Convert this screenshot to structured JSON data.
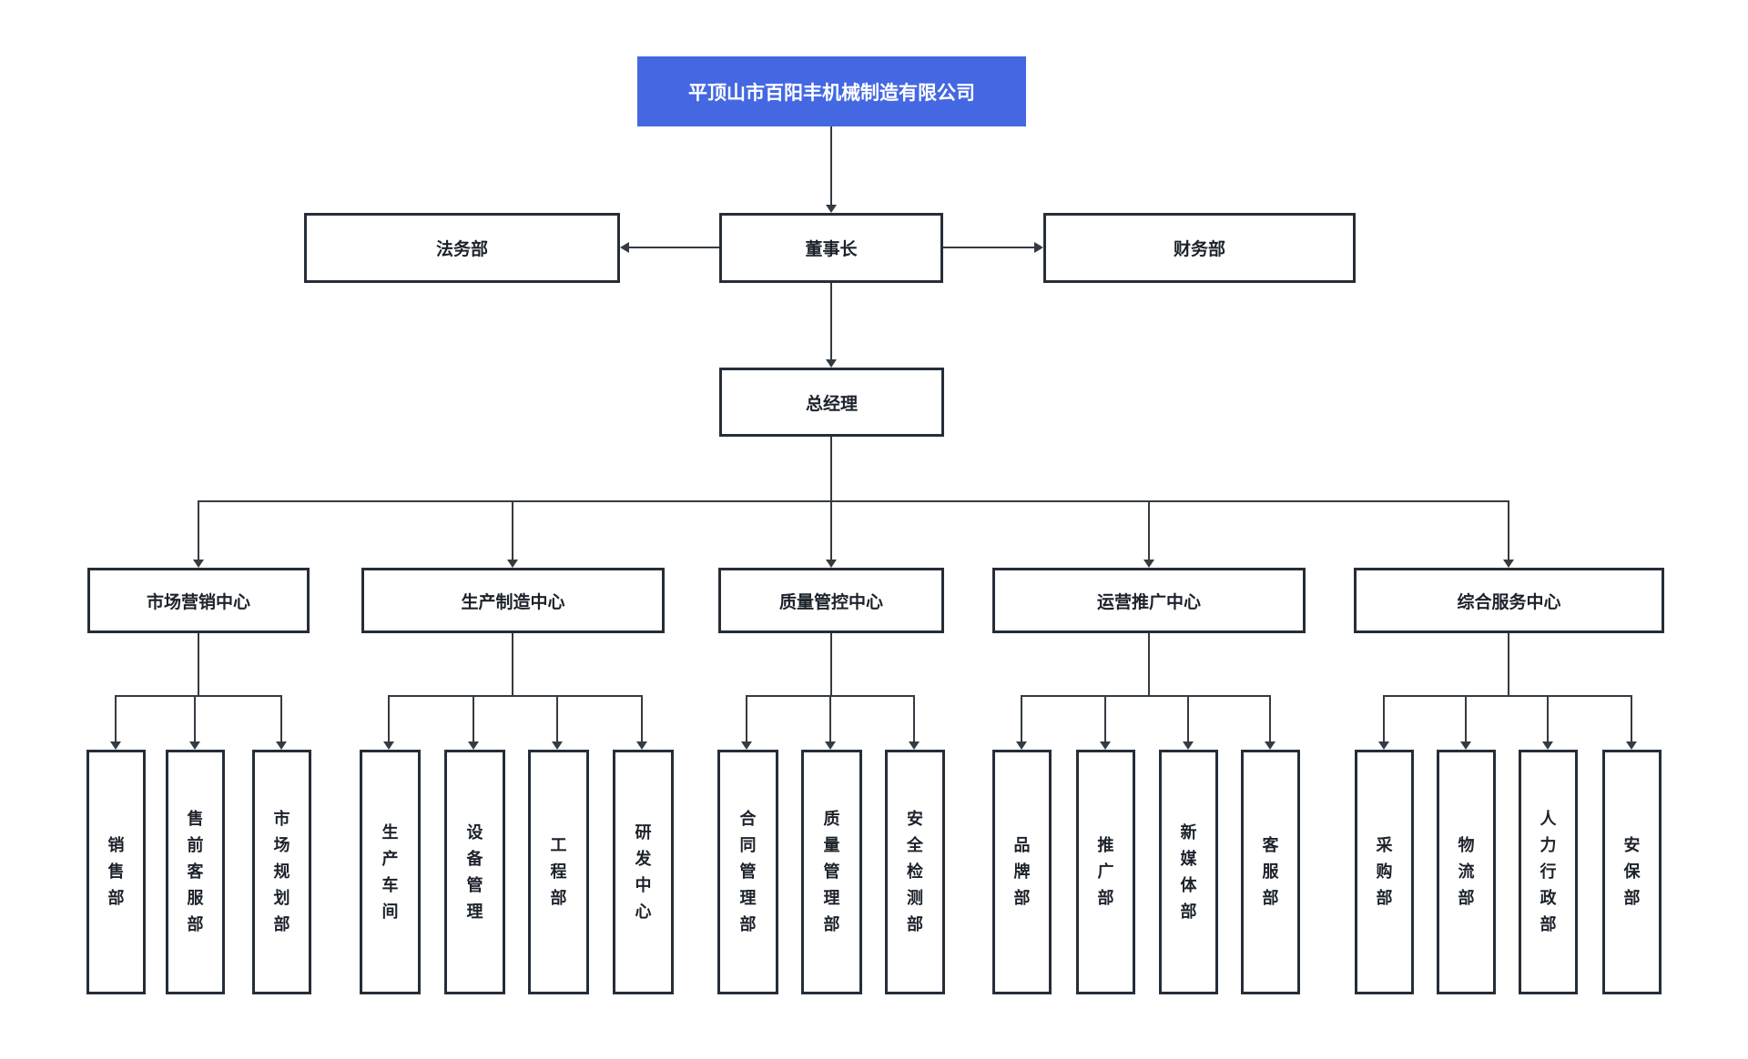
{
  "colors": {
    "accent_blue": "#4468e2",
    "box_border": "#252e38",
    "connector_line": "#343b42",
    "title_text": "#ffffff",
    "body_text": "#1c222b",
    "background": "#ffffff"
  },
  "org": {
    "company": "平顶山市百阳丰机械制造有限公司",
    "level2": {
      "legal": "法务部",
      "chairman": "董事长",
      "finance": "财务部"
    },
    "general_manager": "总经理",
    "centers": [
      {
        "label": "市场营销中心",
        "children": [
          "销售部",
          "售前客服部",
          "市场规划部"
        ]
      },
      {
        "label": "生产制造中心",
        "children": [
          "生产车间",
          "设备管理",
          "工程部",
          "研发中心"
        ]
      },
      {
        "label": "质量管控中心",
        "children": [
          "合同管理部",
          "质量管理部",
          "安全检测部"
        ]
      },
      {
        "label": "运营推广中心",
        "children": [
          "品牌部",
          "推广部",
          "新媒体部",
          "客服部"
        ]
      },
      {
        "label": "综合服务中心",
        "children": [
          "采购部",
          "物流部",
          "人力行政部",
          "安保部"
        ]
      }
    ]
  }
}
